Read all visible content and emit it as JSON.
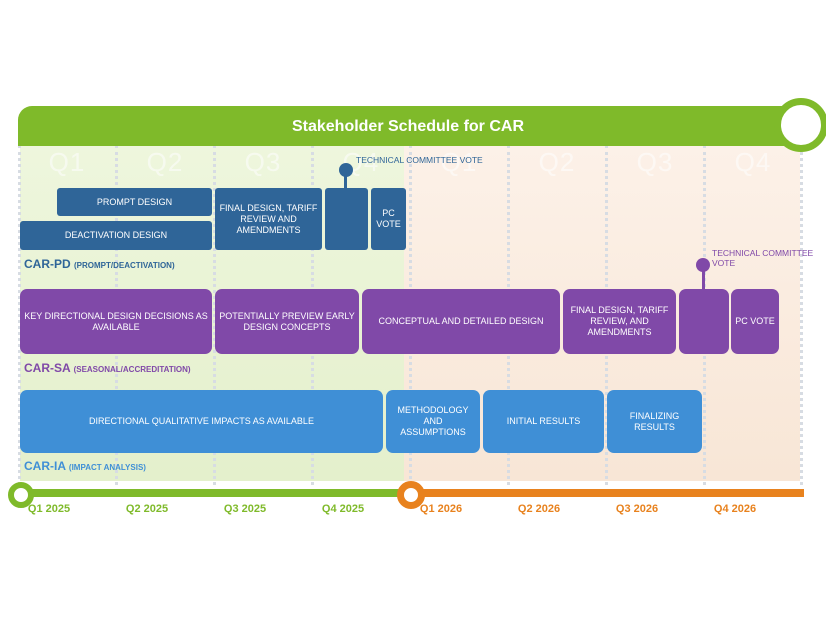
{
  "title": "Stakeholder Schedule for CAR",
  "ghost_quarters": [
    "Q1",
    "Q2",
    "Q3",
    "Q4",
    "Q1",
    "Q2",
    "Q3",
    "Q4"
  ],
  "timeline_quarters": [
    "Q1 2025",
    "Q2 2025",
    "Q3 2025",
    "Q4 2025",
    "Q1 2026",
    "Q2 2026",
    "Q3 2026",
    "Q4 2026"
  ],
  "pd": {
    "label": "CAR-PD",
    "sub": "(PROMPT/DEACTIVATION)",
    "prompt_design": "Prompt Design",
    "deactivation_design": "Deactivation Design",
    "final_design": "Final Design, Tariff Review and Amendments",
    "tc_vote": "Technical Committee Vote",
    "pc_vote": "PC Vote"
  },
  "sa": {
    "label": "CAR-SA",
    "sub": "(SEASONAL/ACCREDITATION)",
    "key_decisions": "Key Directional Design Decisions as Available",
    "preview": "Potentially Preview Early Design Concepts",
    "conceptual": "Conceptual and Detailed Design",
    "final_design": "Final Design, Tariff Review, and Amendments",
    "tc_vote": "Technical Committee Vote",
    "pc_vote": "PC Vote"
  },
  "ia": {
    "label": "CAR-IA",
    "sub": "(IMPACT ANALYSIS)",
    "directional": "Directional Qualitative Impacts as Available",
    "methodology": "Methodology and Assumptions",
    "initial": "Initial Results",
    "finalizing": "Finalizing Results"
  },
  "colors": {
    "green": "#7fba2a",
    "orange": "#e8821e",
    "pd": "#2f6598",
    "sa": "#8049a8",
    "ia": "#3f8fd6"
  }
}
